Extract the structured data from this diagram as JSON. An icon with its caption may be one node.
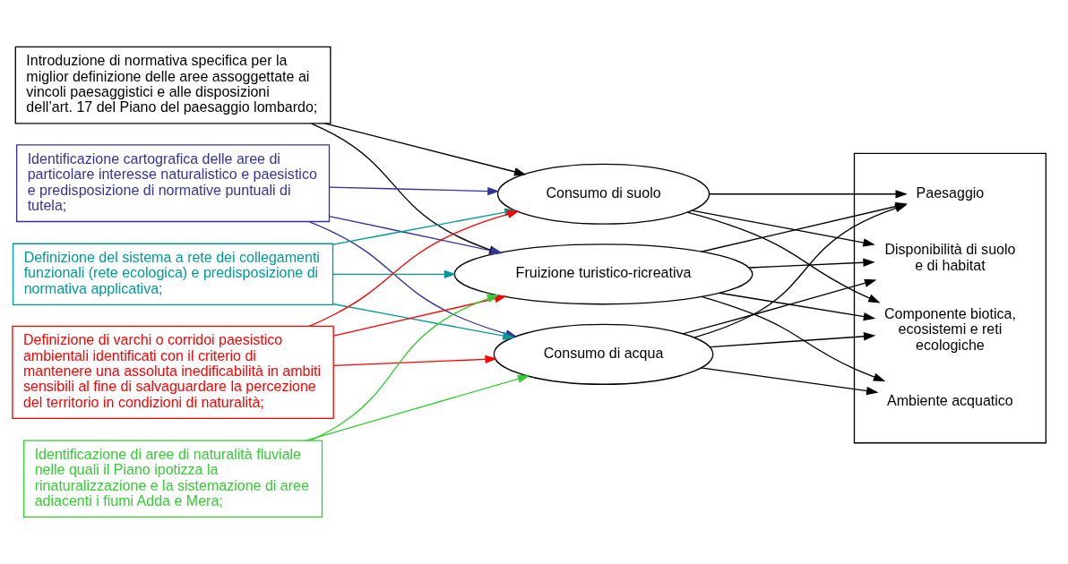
{
  "diagram": {
    "nodes": [
      {
        "text": [
          "Introduzione di normativa specifica per la miglior definizione delle aree assoggettate ai vincoli paesaggistici e alle disposizioni dell’art. 17 del Piano del paesaggio lombardo;"
        ]
      },
      {
        "text": [
          "Identificazione cartografica delle aree di particolare interesse naturalistico e paesistico e predisposizione di normative puntuali di tutela;"
        ]
      },
      {
        "text": [
          "Definizione del sistema a rete dei collegamenti funzionali (rete ecologica) e predisposizione di normativa applicativa;"
        ]
      },
      {
        "text": [
          "Definizione di varchi o corridoi paesistico ambientali identificati con il criterio di mantenere una assoluta inedificabilità in ambiti sensibili al fine di salvaguardare la percezione del territorio in condizioni di naturalità;"
        ]
      },
      {
        "text": [
          "Identificazione di aree di naturalità fluviale nelle quali il Piano ipotizza la rinaturalizzazione e la sistemazione di aree adiacenti i fiumi Adda e Mera;"
        ]
      },
      {
        "text": [
          "Consumo di suolo"
        ]
      },
      {
        "text": [
          "Consumo di acqua"
        ]
      },
      {
        "text": [
          "Fruizione turistico-ricreativa"
        ]
      },
      {
        "text": [],
        "shape": "box"
      },
      {
        "text": [
          "Disponibilità di suolo  e di habitat"
        ],
        "in": 8
      },
      {
        "text": [
          "Componente biotica, ecosistemi e reti ecologiche"
        ],
        "in": 8
      },
      {
        "text": [
          "Ambiente acquatico"
        ],
        "in": 8
      },
      {
        "text": [
          "Paesaggio"
        ],
        "in": 8
      }
    ],
    "edges": [
      {
        "from": 0,
        "to": 5,
        "arrow": "to"
      },
      {
        "from": 0,
        "to": 7,
        "arrow": "to"
      },
      {
        "from": 1,
        "to": 5,
        "arrow": "to",
        "color": "#333399"
      },
      {
        "from": 1,
        "to": 6,
        "arrow": "to",
        "color": "#333399"
      },
      {
        "from": 1,
        "to": 7,
        "arrow": "to",
        "color": "#333399"
      },
      {
        "from": 2,
        "to": 5,
        "arrow": "to",
        "color": "#009999"
      },
      {
        "from": 2,
        "to": 6,
        "arrow": "to",
        "color": "#009999"
      },
      {
        "from": 2,
        "to": 7,
        "arrow": "to",
        "color": "#009999"
      },
      {
        "from": 3,
        "to": 5,
        "arrow": "to",
        "color": "#ff0000"
      },
      {
        "from": 3,
        "to": 6,
        "arrow": "to",
        "color": "#ff0000"
      },
      {
        "from": 3,
        "to": 7,
        "arrow": "to",
        "color": "#ff0000"
      },
      {
        "from": 4,
        "to": 6,
        "arrow": "to",
        "color": "#33cc33"
      },
      {
        "from": 4,
        "to": 7,
        "arrow": "to",
        "color": "#33cc33"
      },
      {
        "from": 5,
        "to": 9,
        "arrow": "to"
      },
      {
        "from": 5,
        "to": 10,
        "arrow": "to"
      },
      {
        "from": 5,
        "to": 12,
        "arrow": "to"
      },
      {
        "from": 6,
        "to": 9,
        "arrow": "to"
      },
      {
        "from": 6,
        "to": 10,
        "arrow": "to"
      },
      {
        "from": 6,
        "to": 11,
        "arrow": "to"
      },
      {
        "from": 6,
        "to": 12,
        "arrow": "to"
      },
      {
        "from": 7,
        "to": 9,
        "arrow": "to"
      },
      {
        "from": 7,
        "to": 10,
        "arrow": "to"
      },
      {
        "from": 7,
        "to": 11,
        "arrow": "to"
      },
      {
        "from": 7,
        "to": 12,
        "arrow": "to"
      }
    ]
  }
}
